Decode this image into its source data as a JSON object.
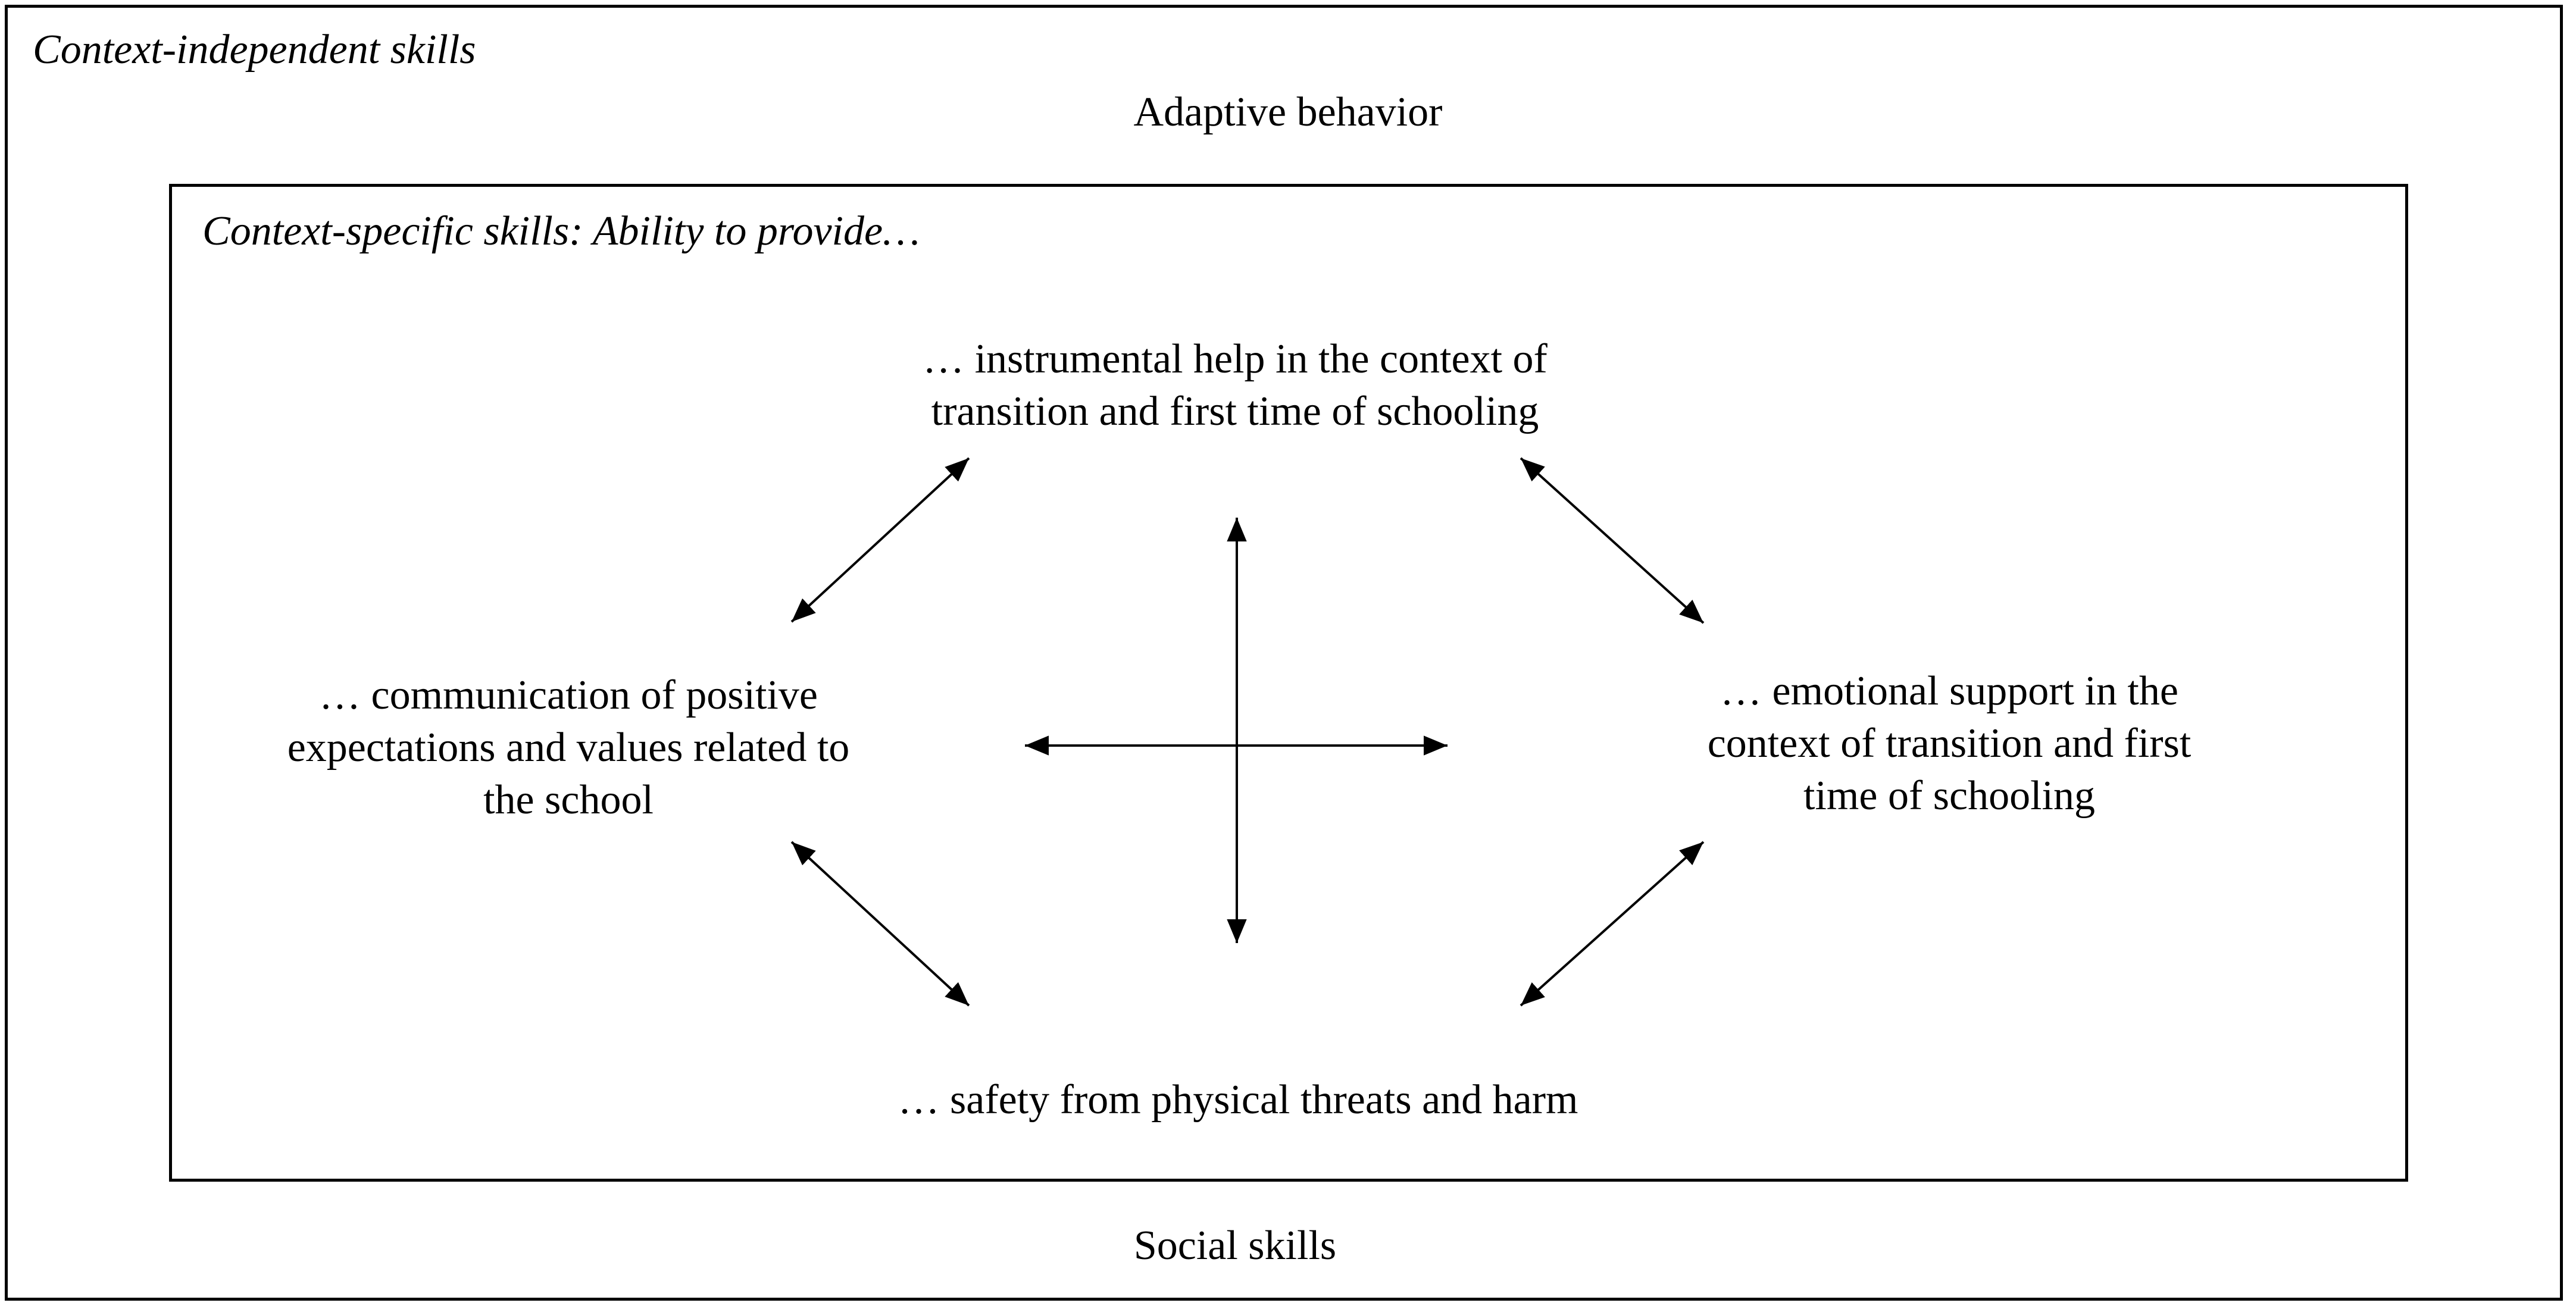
{
  "outer": {
    "label": "Context-independent skills",
    "title": "Adaptive behavior",
    "footer": "Social skills"
  },
  "inner": {
    "label": "Context-specific skills: Ability to provide…"
  },
  "nodes": {
    "top": {
      "lines": [
        "… instrumental help in the context of",
        "transition and first time of schooling"
      ]
    },
    "left": {
      "lines": [
        "… communication of positive",
        "expectations and values related to",
        "the school"
      ]
    },
    "right": {
      "lines": [
        "… emotional support in the",
        "context of transition and first",
        "time of schooling"
      ]
    },
    "bottom": {
      "lines": [
        "… safety from physical threats and harm"
      ]
    }
  },
  "colors": {
    "stroke": "#000000",
    "background": "#ffffff"
  }
}
